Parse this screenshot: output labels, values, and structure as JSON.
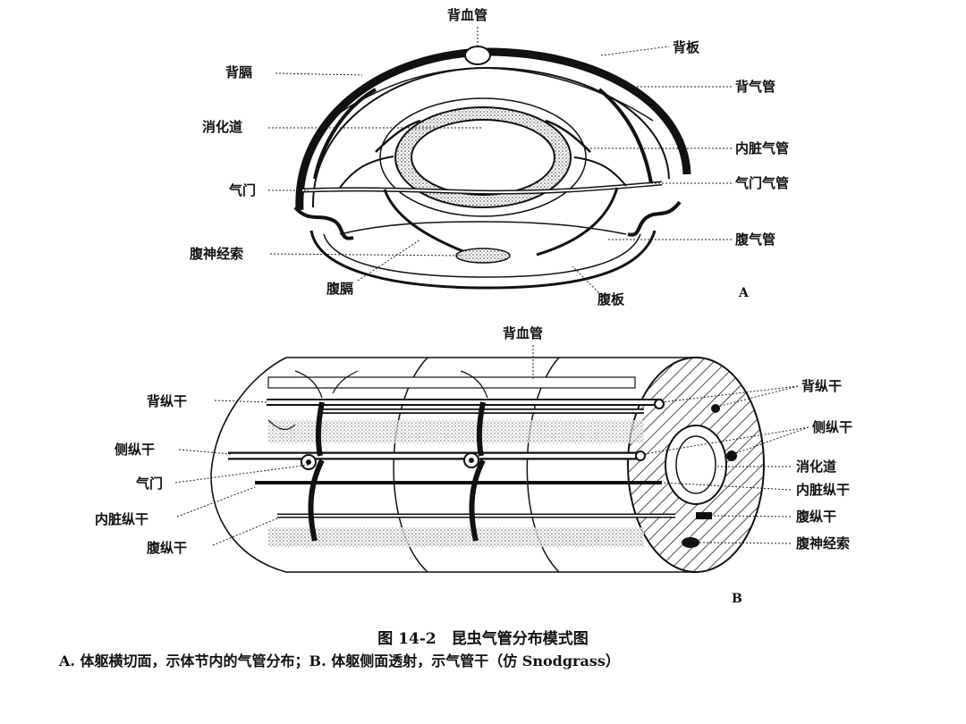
{
  "figure_a": {
    "panel_label": "A",
    "labels": {
      "dorsal_vessel": "背血管",
      "dorsal_plate": "背板",
      "dorsal_diaphragm": "背膈",
      "dorsal_trachea": "背气管",
      "digestive_tract": "消化道",
      "visceral_trachea": "内脏气管",
      "spiracle": "气门",
      "spiracular_trachea": "气门气管",
      "ventral_trachea": "腹气管",
      "ventral_nerve_cord": "腹神经索",
      "ventral_diaphragm": "腹膈",
      "ventral_plate": "腹板"
    }
  },
  "figure_b": {
    "panel_label": "B",
    "labels": {
      "dorsal_vessel": "背血管",
      "dorsal_trunk_left": "背纵干",
      "dorsal_trunk_right": "背纵干",
      "lateral_trunk_left": "侧纵干",
      "lateral_trunk_right": "侧纵干",
      "spiracle": "气门",
      "digestive_tract": "消化道",
      "visceral_trunk_left": "内脏纵干",
      "visceral_trunk_right": "内脏纵干",
      "ventral_trunk_left": "腹纵干",
      "ventral_trunk_right": "腹纵干",
      "ventral_nerve_cord": "腹神经索"
    }
  },
  "caption": {
    "title": "图 14-2　昆虫气管分布模式图",
    "description": "A. 体躯横切面，示体节内的气管分布；B. 体躯侧面透射，示气管干（仿 Snodgrass）"
  }
}
